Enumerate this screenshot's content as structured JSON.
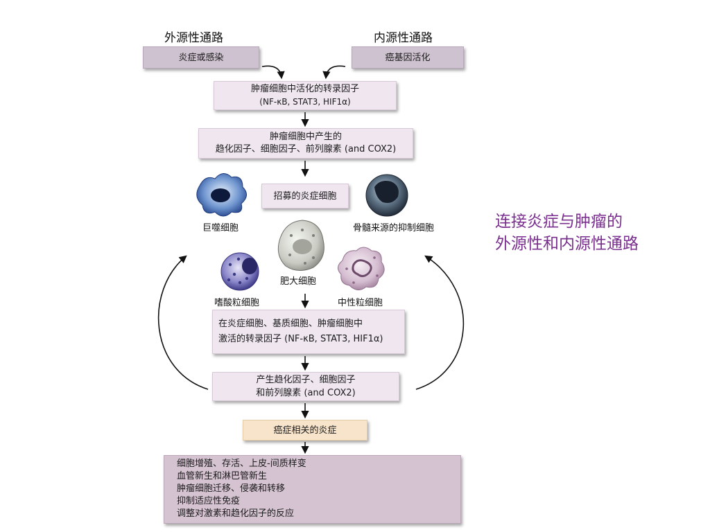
{
  "headings": {
    "exogenous": "外源性通路",
    "endogenous": "内源性通路"
  },
  "boxes": {
    "inflammation_infection": "炎症或感染",
    "oncogene_activation": "癌基因活化",
    "tf_tumor": [
      "肿瘤细胞中活化的转录因子",
      "(NF-κB, STAT3, HIF1α)"
    ],
    "produced_tumor": [
      "肿瘤细胞中产生的",
      "趋化因子、细胞因子、前列腺素 (and COX2)"
    ],
    "recruited": "招募的炎症细胞",
    "tf_all": [
      "在炎症细胞、基质细胞、肿瘤细胞中",
      "激活的转录因子 (NF-κB, STAT3, HIF1α)"
    ],
    "produced_all": [
      "产生趋化因子、细胞因子",
      "和前列腺素 (and COX2)"
    ],
    "cancer_inflammation": "癌症相关的炎症",
    "outcomes": [
      "细胞增殖、存活、上皮-间质样变",
      "血管新生和淋巴管新生",
      "肿瘤细胞迁移、侵袭和转移",
      "抑制适应性免疫",
      "调整对激素和趋化因子的反应"
    ]
  },
  "cells": {
    "macrophage": "巨噬细胞",
    "mdsc": "骨髓来源的抑制细胞",
    "mast": "肥大细胞",
    "eosinophil": "嗜酸粒细胞",
    "neutrophil": "中性粒细胞"
  },
  "side_title": [
    "连接炎症与肿瘤的",
    "外源性和内源性通路"
  ]
}
